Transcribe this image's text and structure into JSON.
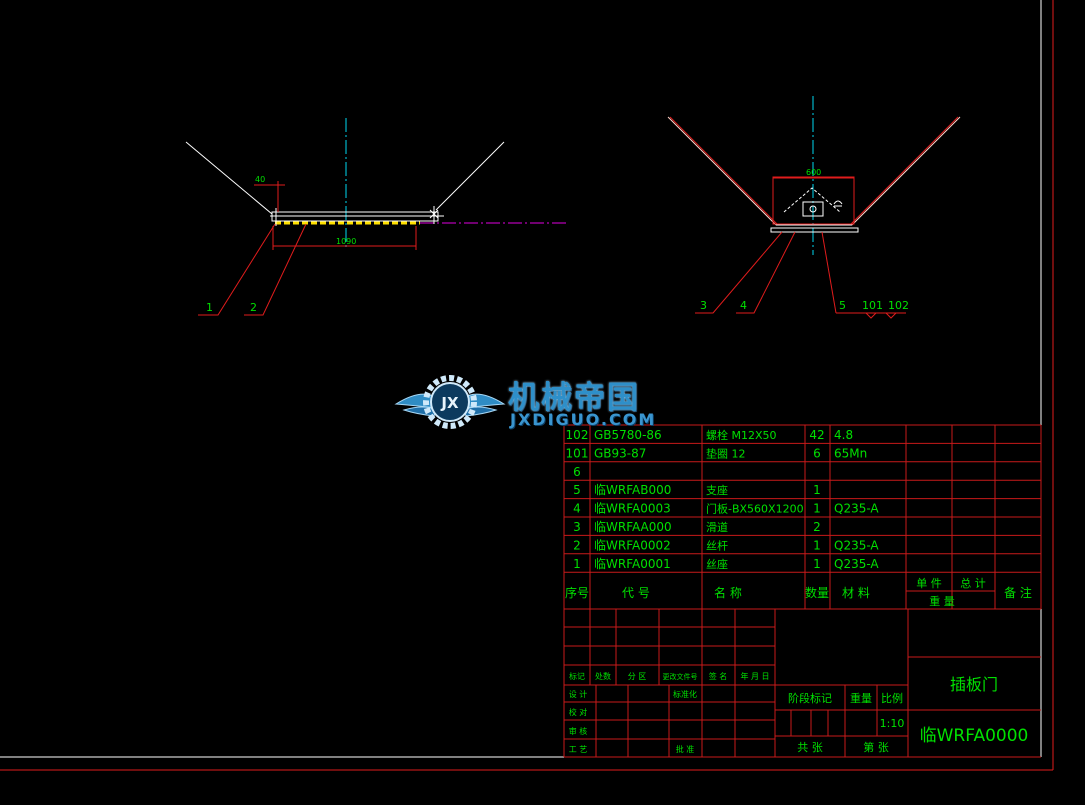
{
  "colors": {
    "background": "#000000",
    "frame": "#d01818",
    "table_line": "#c81a1a",
    "table_text": "#00e000",
    "object_line": "#ffffff",
    "center_line": "#00d8f0",
    "hidden_line": "#ffe000",
    "phantom_line": "#e000e0",
    "watermark": "#2e8fc9"
  },
  "left_view": {
    "dim_thickness": "40",
    "dim_length": "1090",
    "balloons": [
      "1",
      "2"
    ]
  },
  "right_view": {
    "dim_width": "600",
    "balloons": [
      "3",
      "4",
      "5",
      "101",
      "102"
    ]
  },
  "watermark": {
    "icon": "gear-wings-logo-icon",
    "main": "机械帝国",
    "sub": "JXDIGUO.COM",
    "emblem": "JX"
  },
  "bom": {
    "rows": [
      {
        "no": "102",
        "code": "GB5780-86",
        "name": "螺栓 M12X50",
        "qty": "42",
        "mat": "4.8"
      },
      {
        "no": "101",
        "code": "GB93-87",
        "name": "垫圈 12",
        "qty": "6",
        "mat": "65Mn"
      },
      {
        "no": "6",
        "code": "",
        "name": "",
        "qty": "",
        "mat": ""
      },
      {
        "no": "5",
        "code": "临WRFAB000",
        "name": "支座",
        "qty": "1",
        "mat": ""
      },
      {
        "no": "4",
        "code": "临WRFA0003",
        "name": "门板-BX560X1200",
        "qty": "1",
        "mat": "Q235-A"
      },
      {
        "no": "3",
        "code": "临WRFAA000",
        "name": "滑道",
        "qty": "2",
        "mat": ""
      },
      {
        "no": "2",
        "code": "临WRFA0002",
        "name": "丝杆",
        "qty": "1",
        "mat": "Q235-A"
      },
      {
        "no": "1",
        "code": "临WRFA0001",
        "name": "丝座",
        "qty": "1",
        "mat": "Q235-A"
      }
    ],
    "header": {
      "no": "序号",
      "code": "代    号",
      "name": "名    称",
      "qty": "数量",
      "mat": "材  料",
      "unit": "单 件",
      "total": "总 计",
      "weight": "重    量",
      "remark": "备 注"
    }
  },
  "title_block": {
    "labels": {
      "mark": "标记",
      "count": "处数",
      "zone": "分 区",
      "docno": "更改文件号",
      "sign": "签 名",
      "date": "年 月 日",
      "design": "设 计",
      "std": "标准化",
      "check": "校 对",
      "review": "审 核",
      "process": "工 艺",
      "approve": "批 准",
      "stage": "阶段标记",
      "weight": "重量",
      "scale_lbl": "比例",
      "sheets": "共    张",
      "sheet": "第    张"
    },
    "scale": "1:10",
    "drawing_name": "插板门",
    "drawing_no": "临WRFA0000"
  }
}
